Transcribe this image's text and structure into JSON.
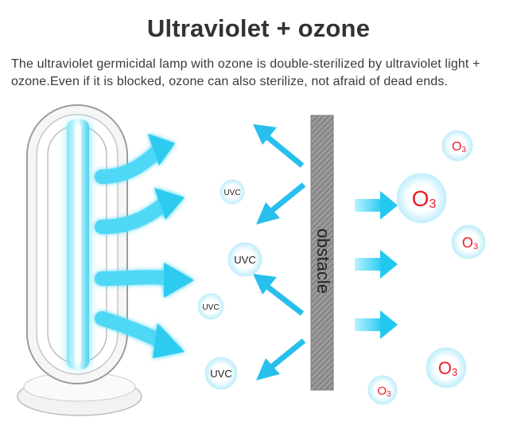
{
  "header": {
    "title": "Ultraviolet + ozone",
    "description_line1": "The ultraviolet germicidal lamp with ozone is double-sterilized by ultraviolet light +",
    "description_line2": "ozone.Even if it is blocked, ozone can also sterilize, not afraid of dead ends."
  },
  "diagram": {
    "obstacle_label": "obstacle",
    "uvc_label": "UVC",
    "ozone_label_main": "O",
    "ozone_label_sub": "3",
    "colors": {
      "uv_glow": "#22ccee",
      "uv_arrow": "#1fb8e8",
      "ozone_text": "#e8202a",
      "obstacle": "#8a8a8a"
    }
  }
}
